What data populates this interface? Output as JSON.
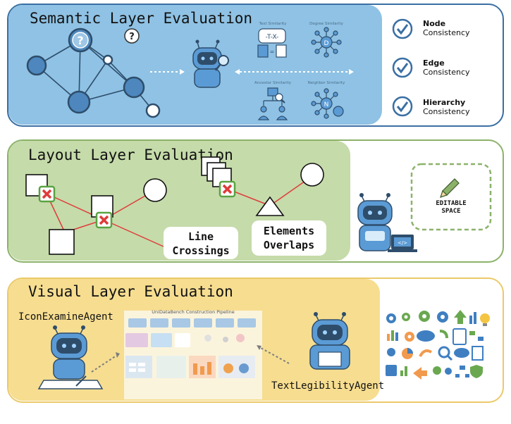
{
  "semantic": {
    "title": "Semantic Layer Evaluation",
    "sub_labels": [
      "Text Similarity",
      "Degree Similarity",
      "Ancestor Similarity",
      "Neighbor Similarity"
    ],
    "criteria": [
      {
        "name": "Node",
        "sub": "Consistency"
      },
      {
        "name": "Edge",
        "sub": "Consistency"
      },
      {
        "name": "Hierarchy",
        "sub": "Consistency"
      }
    ],
    "question_mark": "?",
    "degree_letter": "D",
    "neighbor_letter": "N"
  },
  "layout": {
    "title": "Layout Layer Evaluation",
    "line_crossings": [
      "Line",
      "Crossings"
    ],
    "element_overlaps": [
      "Elements",
      "Overlaps"
    ],
    "editable_space": [
      "EDITABLE",
      "SPACE"
    ]
  },
  "visual": {
    "title": "Visual Layer Evaluation",
    "icon_agent": "IconExamineAgent",
    "text_agent": "TextLegibilityAgent",
    "pipeline_title": "UniDataBench Construction Pipeline"
  },
  "colors": {
    "semantic_bg": "#8fc2e4",
    "semantic_border": "#3a6fa3",
    "layout_bg": "#c5dbaa",
    "layout_border": "#8cb26a",
    "visual_bg": "#f6dd90",
    "visual_border": "#ebc96a",
    "error_red": "#e03b3b"
  }
}
